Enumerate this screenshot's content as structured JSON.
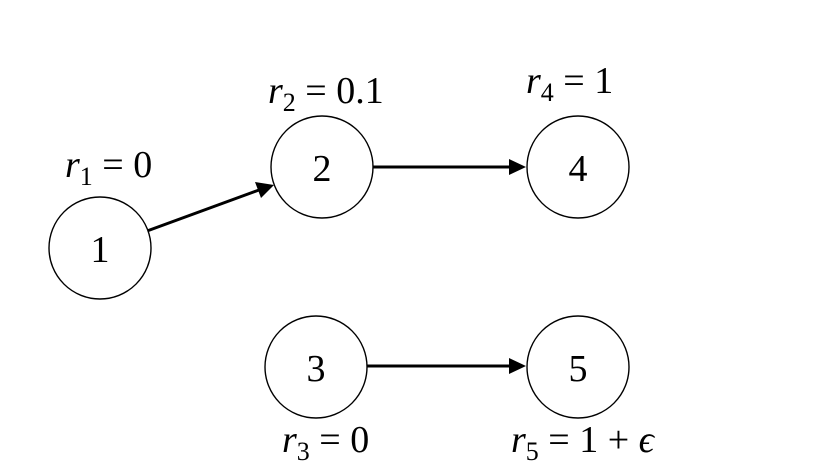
{
  "nodes": [
    {
      "id": "1",
      "label": "1",
      "reward": {
        "var": "r",
        "sub": "1",
        "rest": " = 0",
        "eps": ""
      }
    },
    {
      "id": "2",
      "label": "2",
      "reward": {
        "var": "r",
        "sub": "2",
        "rest": " = 0.1",
        "eps": ""
      }
    },
    {
      "id": "3",
      "label": "3",
      "reward": {
        "var": "r",
        "sub": "3",
        "rest": " = 0",
        "eps": ""
      }
    },
    {
      "id": "4",
      "label": "4",
      "reward": {
        "var": "r",
        "sub": "4",
        "rest": " = 1",
        "eps": ""
      }
    },
    {
      "id": "5",
      "label": "5",
      "reward": {
        "var": "r",
        "sub": "5",
        "rest": " = 1 + ",
        "eps": "ϵ"
      }
    }
  ],
  "edges": [
    {
      "from": "1",
      "to": "2"
    },
    {
      "from": "2",
      "to": "4"
    },
    {
      "from": "3",
      "to": "5"
    }
  ],
  "colors": {
    "stroke": "#000000",
    "fill": "#ffffff"
  }
}
